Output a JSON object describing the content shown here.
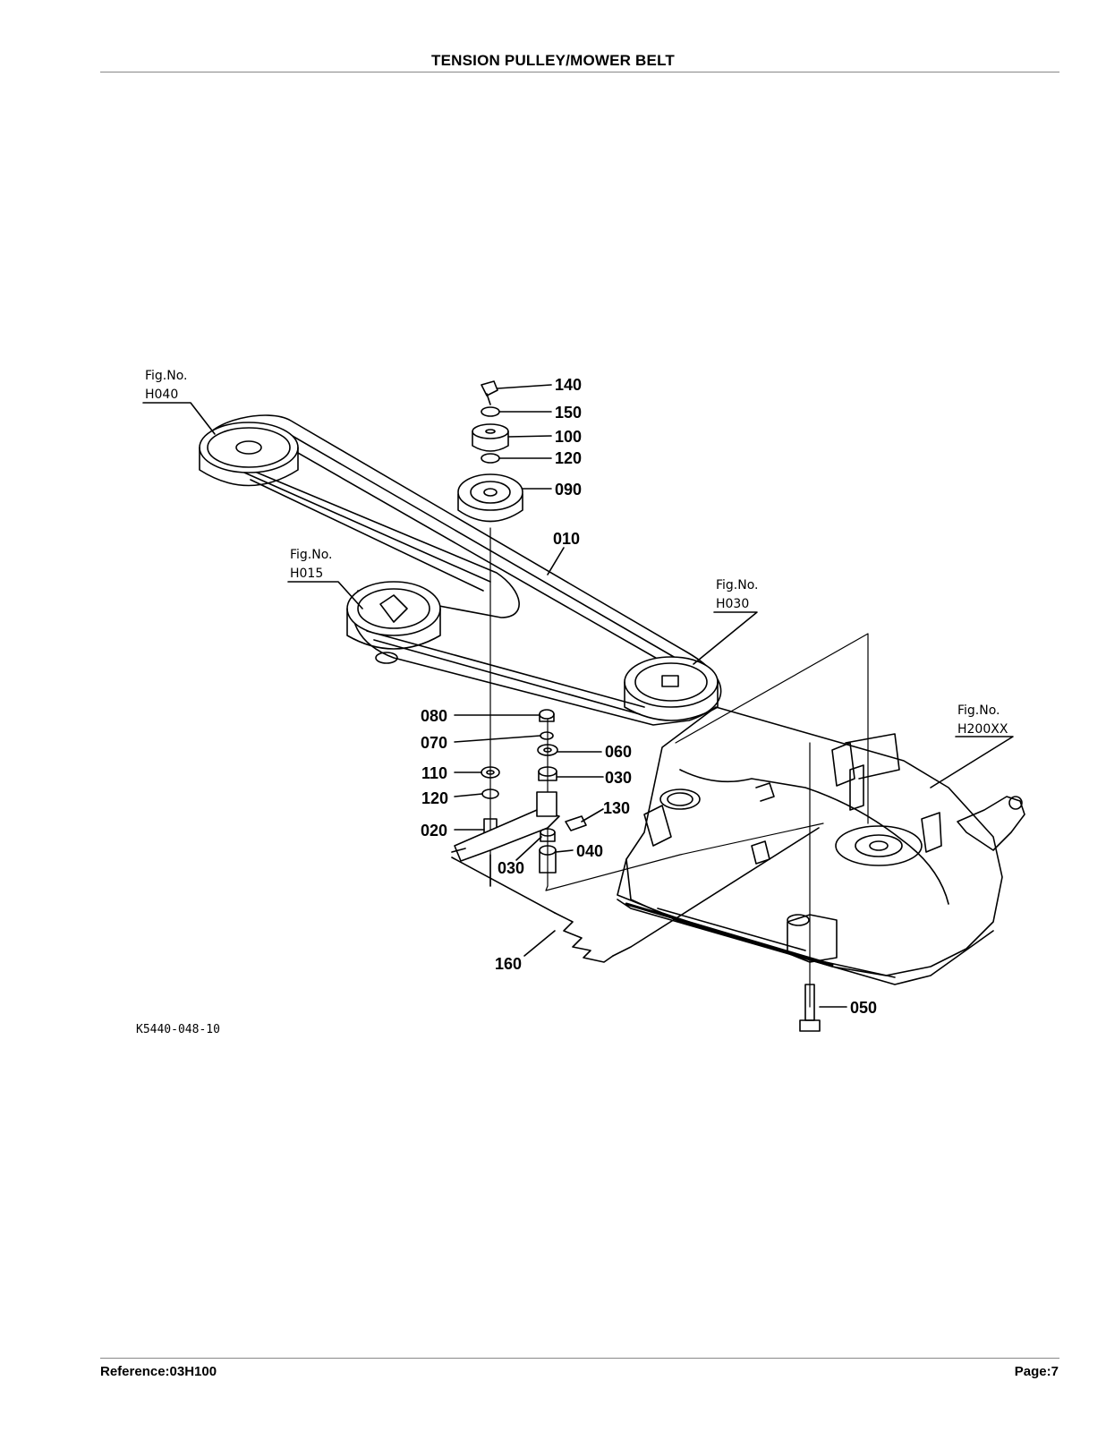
{
  "header": {
    "title": "TENSION PULLEY/MOWER BELT"
  },
  "footer": {
    "reference": "Reference:03H100",
    "page": "Page:7"
  },
  "diagram": {
    "drawing_number": "K5440-048-10",
    "fig_refs": [
      {
        "label": "Fig.No.",
        "code": "H040"
      },
      {
        "label": "Fig.No.",
        "code": "H015"
      },
      {
        "label": "Fig.No.",
        "code": "H030"
      },
      {
        "label": "Fig.No.",
        "code": "H200XX"
      }
    ],
    "callouts": [
      "140",
      "150",
      "100",
      "120",
      "090",
      "010",
      "080",
      "070",
      "060",
      "110",
      "030",
      "120",
      "130",
      "020",
      "040",
      "030",
      "160",
      "050"
    ]
  }
}
